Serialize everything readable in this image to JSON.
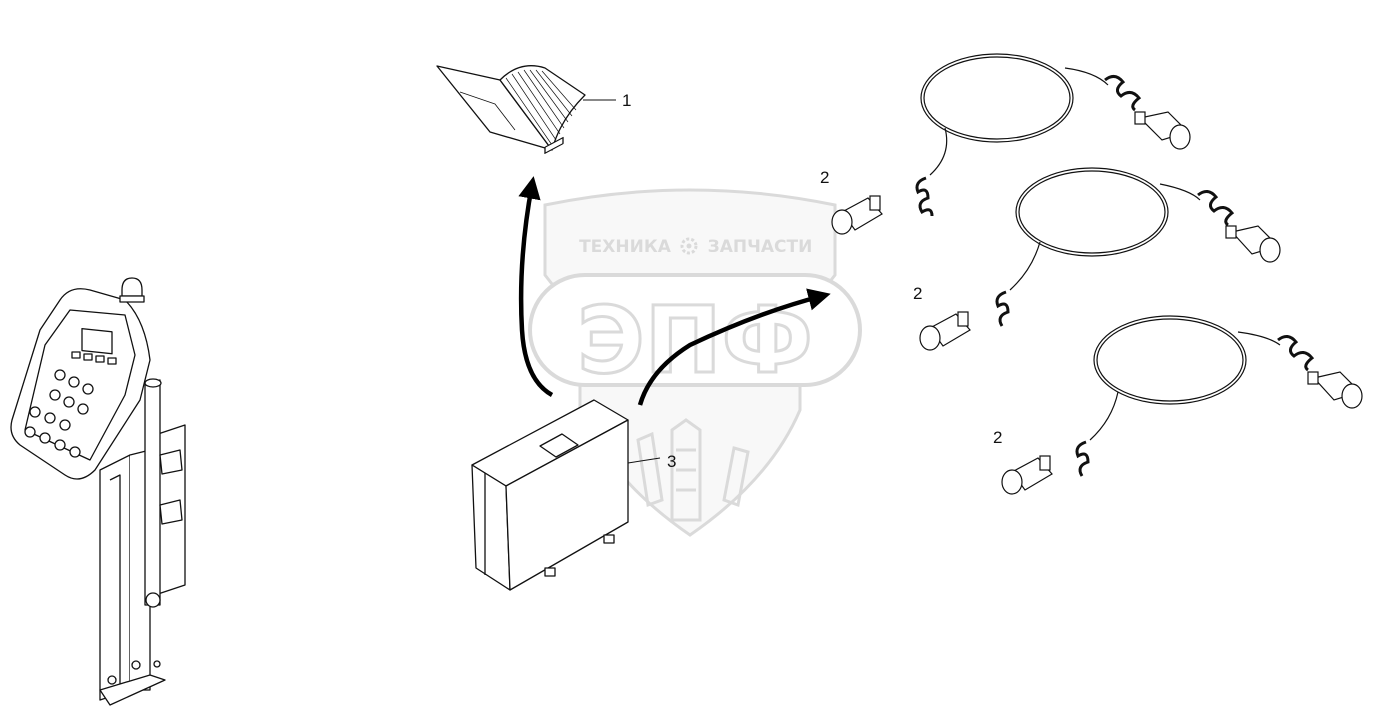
{
  "watermark": {
    "brand": "ЭПФ",
    "left_text": "ТЕХНИКА",
    "right_text": "ЗАПЧАСТИ",
    "color": "#bdbdbd"
  },
  "callouts": {
    "manual": "1",
    "cable_a": "2",
    "cable_b": "2",
    "cable_c": "2",
    "case": "3"
  },
  "colors": {
    "line": "#111111",
    "arrow": "#000000"
  }
}
